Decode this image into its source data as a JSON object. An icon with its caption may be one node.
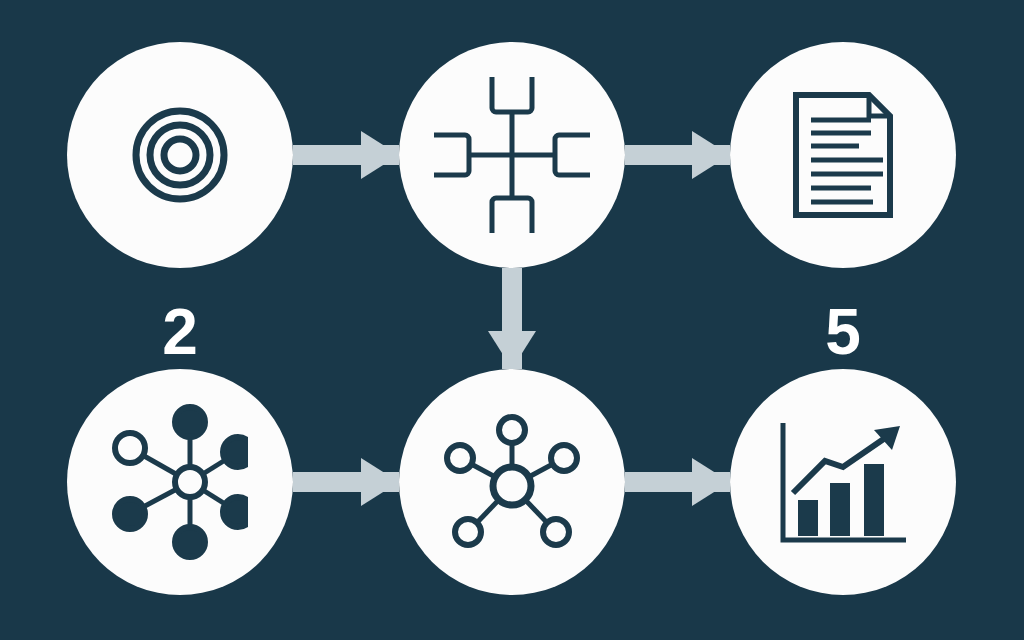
{
  "diagram": {
    "nodes": [
      {
        "text": [],
        "shape": "circle"
      },
      {
        "text": [],
        "shape": "circle"
      },
      {
        "text": [],
        "shape": "circle"
      },
      {
        "text": [],
        "shape": "circle"
      },
      {
        "text": [],
        "shape": "circle"
      },
      {
        "text": [],
        "shape": "circle"
      }
    ],
    "edges": [
      {
        "from": 0,
        "to": 1,
        "arrow": "to"
      },
      {
        "from": 1,
        "to": 2,
        "arrow": "to"
      },
      {
        "from": 1,
        "to": 4,
        "arrow": "to"
      },
      {
        "from": 3,
        "to": 4,
        "arrow": "to"
      },
      {
        "from": 4,
        "to": 5,
        "arrow": "to"
      }
    ],
    "labels": [
      "2",
      "5"
    ]
  }
}
